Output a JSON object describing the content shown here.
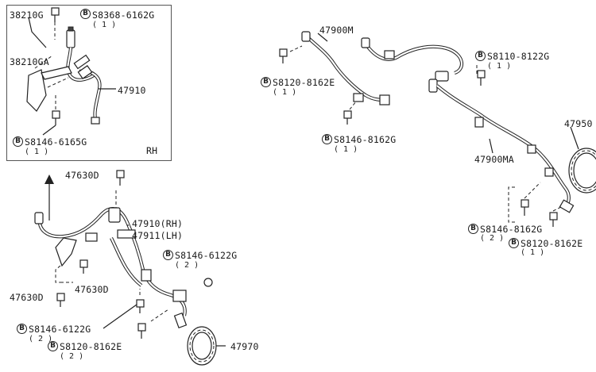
{
  "diagram": {
    "inset": {
      "parts": {
        "p38210G": "38210G",
        "p38210GA": "38210GA",
        "p47910": "47910",
        "bolt_top": "S8368-6162G",
        "bolt_top_qty": "( 1 )",
        "bolt_bottom": "S8146-6165G",
        "bolt_bottom_qty": "( 1 )",
        "side": "RH"
      }
    },
    "rear": {
      "p47900M": "47900M",
      "p47900MA": "47900MA",
      "p47950": "47950",
      "bolt_a": "S8110-8122G",
      "bolt_a_qty": "( 1 )",
      "bolt_b": "S8120-8162E",
      "bolt_b_qty": "( 1 )",
      "bolt_c": "S8146-8162G",
      "bolt_c_qty": "( 1 )",
      "bolt_d": "S8146-8162G",
      "bolt_d_qty": "( 2 )",
      "bolt_e": "S8120-8162E",
      "bolt_e_qty": "( 1 )"
    },
    "front": {
      "p47630D_top": "47630D",
      "p47630D_mid": "47630D",
      "p47630D_left": "47630D",
      "p47910RH": "47910(RH)",
      "p47911LH": "47911(LH)",
      "p47970": "47970",
      "bolt_a": "S8146-6122G",
      "bolt_a_qty": "( 2 )",
      "bolt_b": "S8146-6122G",
      "bolt_b_qty": "( 2 )",
      "bolt_c": "S8120-8162E",
      "bolt_c_qty": "( 2 )"
    },
    "bolt_symbol": "B"
  }
}
